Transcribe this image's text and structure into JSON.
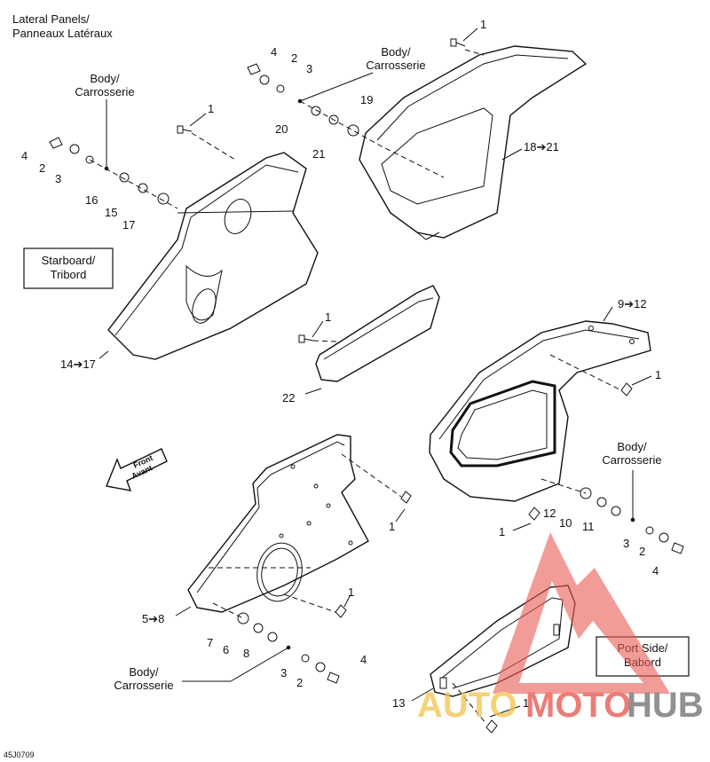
{
  "title": [
    "Lateral Panels/",
    "Panneaux Latéraux"
  ],
  "body_label": [
    "Body/",
    "Carrosserie"
  ],
  "starboard_label": [
    "Starboard/",
    "Tribord"
  ],
  "port_label": [
    "Port Side/",
    "Babord"
  ],
  "front_label": [
    "Front",
    "Avant"
  ],
  "figure_code": "45J0709",
  "callouts": {
    "c1_a": "1",
    "c1_b": "1",
    "c1_c": "1",
    "c1_d": "1",
    "c1_e": "1",
    "c1_f": "1",
    "c1_g": "1",
    "c1_h": "1",
    "c2_a": "2",
    "c2_b": "2",
    "c2_c": "2",
    "c2_d": "2",
    "c3_a": "3",
    "c3_b": "3",
    "c3_c": "3",
    "c3_d": "3",
    "c4_a": "4",
    "c4_b": "4",
    "c4_c": "4",
    "c4_d": "4",
    "c5_8": "5➔8",
    "c6": "6",
    "c7": "7",
    "c8": "8",
    "c9_12": "9➔12",
    "c10": "10",
    "c11": "11",
    "c12": "12",
    "c13": "13",
    "c14_17": "14➔17",
    "c15": "15",
    "c16": "16",
    "c17": "17",
    "c18_21": "18➔21",
    "c19": "19",
    "c20": "20",
    "c21": "21",
    "c22": "22"
  },
  "watermark": {
    "text_a": "AUTO",
    "text_b": "MOTO",
    "text_c": "HUB",
    "color_a": "#f2c24a",
    "color_b": "#e8504a",
    "color_c": "#6d6d6d"
  }
}
